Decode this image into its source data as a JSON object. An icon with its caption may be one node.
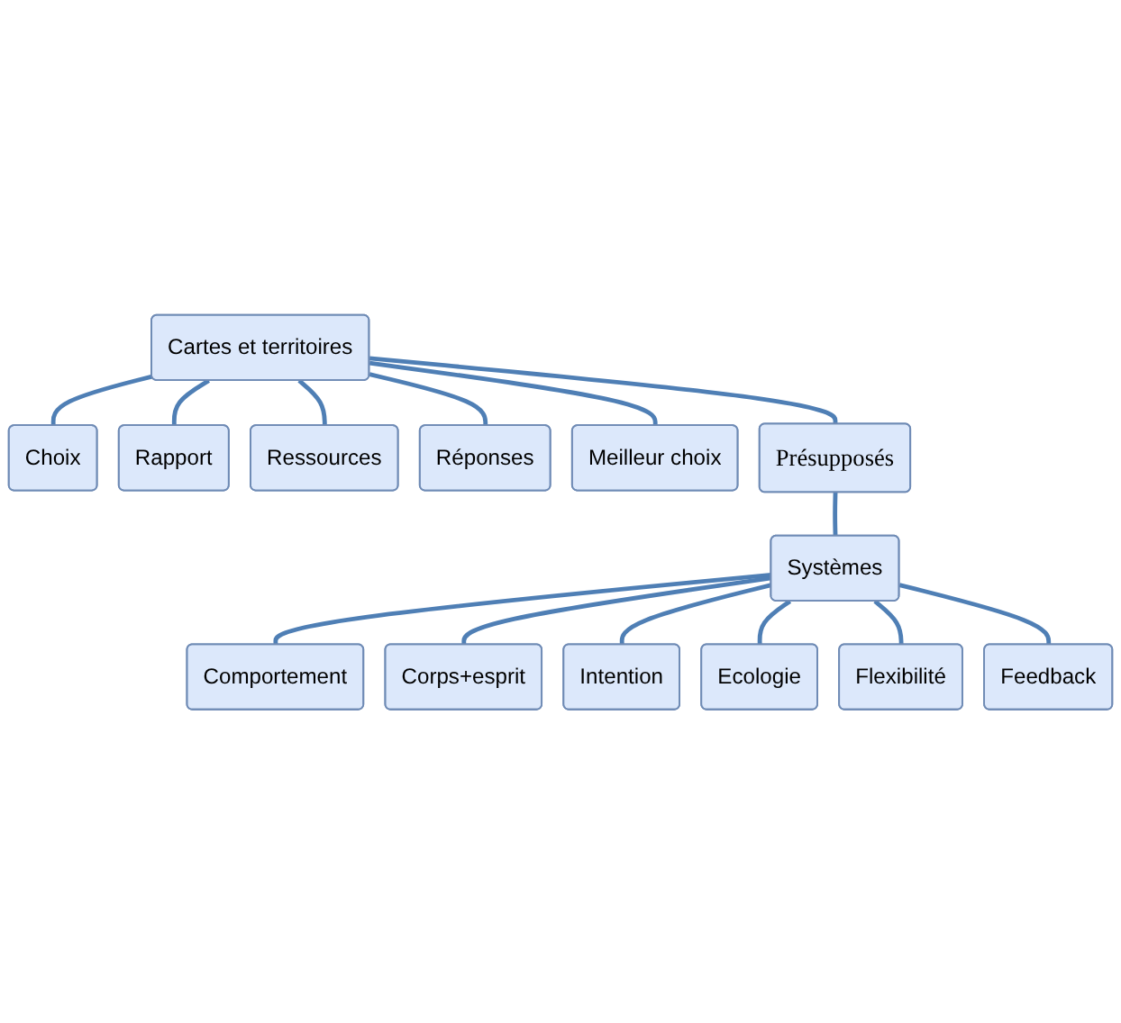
{
  "diagram": {
    "nodes": [
      {
        "text": [
          "Choix"
        ]
      },
      {
        "text": [
          "Rapport"
        ]
      },
      {
        "text": [
          "Ressources"
        ]
      },
      {
        "text": [
          "Réponses"
        ]
      },
      {
        "text": [
          "Cartes et territoires"
        ]
      },
      {
        "text": [
          "Meilleur choix"
        ]
      },
      {
        "text": [
          "Présupposés"
        ]
      },
      {
        "text": [
          "Comportement"
        ]
      },
      {
        "text": [
          "Systèmes"
        ]
      },
      {
        "text": [
          "Corps+esprit"
        ]
      },
      {
        "text": [
          "Intention"
        ]
      },
      {
        "text": [
          "Ecologie"
        ]
      },
      {
        "text": [
          "Flexibilité"
        ]
      },
      {
        "text": [
          "Feedback"
        ]
      }
    ],
    "edges": [
      {
        "from": 4,
        "to": 0,
        "arrow": "none"
      },
      {
        "from": 4,
        "to": 1,
        "arrow": "none"
      },
      {
        "from": 4,
        "to": 2,
        "arrow": "none"
      },
      {
        "from": 4,
        "to": 3,
        "arrow": "none"
      },
      {
        "from": 4,
        "to": 5,
        "arrow": "none"
      },
      {
        "from": 4,
        "to": 6,
        "arrow": "none"
      },
      {
        "from": 6,
        "to": 8,
        "arrow": "none"
      },
      {
        "from": 8,
        "to": 7,
        "arrow": "none"
      },
      {
        "from": 8,
        "to": 9,
        "arrow": "none"
      },
      {
        "from": 8,
        "to": 10,
        "arrow": "none"
      },
      {
        "from": 8,
        "to": 11,
        "arrow": "none"
      },
      {
        "from": 8,
        "to": 12,
        "arrow": "none"
      },
      {
        "from": 8,
        "to": 13,
        "arrow": "none"
      }
    ]
  }
}
